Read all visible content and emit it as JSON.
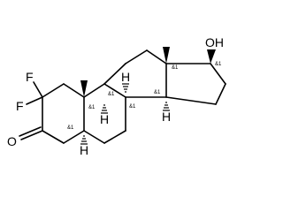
{
  "molecule": {
    "atoms": {
      "fluorine_1": "F",
      "fluorine_2": "F",
      "oxygen_ketone": "O",
      "hydroxyl": "OH",
      "h_c9": "H",
      "h_c8": "H",
      "h_c14": "H",
      "h_c5": "H"
    },
    "stereo_labels": {
      "c10": "&1",
      "c9": "&1",
      "c8": "&1",
      "c14": "&1",
      "c13": "&1",
      "c17": "&1",
      "c5": "&1"
    }
  }
}
